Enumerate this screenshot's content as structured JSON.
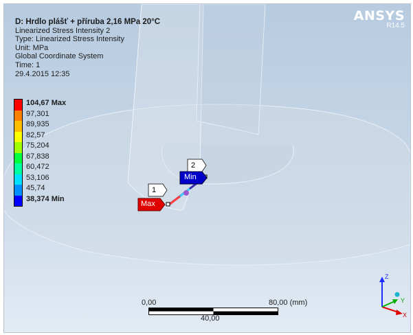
{
  "header": {
    "title": "D: Hrdlo plášť + příruba 2,16 MPa 20°C",
    "lines": [
      "Linearized Stress Intensity 2",
      "Type: Linearized Stress Intensity",
      "Unit: MPa",
      "Global Coordinate System",
      "Time: 1",
      "29.4.2015 12:35"
    ]
  },
  "logo": {
    "brand": "ANSYS",
    "version": "R14.5"
  },
  "legend": {
    "max_label": "104,67 Max",
    "min_label": "38,374 Min",
    "labels": [
      "97,301",
      "89,935",
      "82,57",
      "75,204",
      "67,838",
      "60,472",
      "53,106",
      "45,74"
    ],
    "colors": [
      "#ff0000",
      "#ff7f00",
      "#ffbf00",
      "#ffff00",
      "#a0ff00",
      "#00ff3f",
      "#00ffa0",
      "#00e0ff",
      "#0090ff",
      "#0000ff"
    ]
  },
  "probes": {
    "p1": "1",
    "p2": "2",
    "max_tag": "Max",
    "min_tag": "Min"
  },
  "scale": {
    "left": "0,00",
    "middle": "40,00",
    "right": "80,00 (mm)"
  },
  "triad": {
    "x": "X",
    "y": "Y",
    "z": "Z"
  }
}
